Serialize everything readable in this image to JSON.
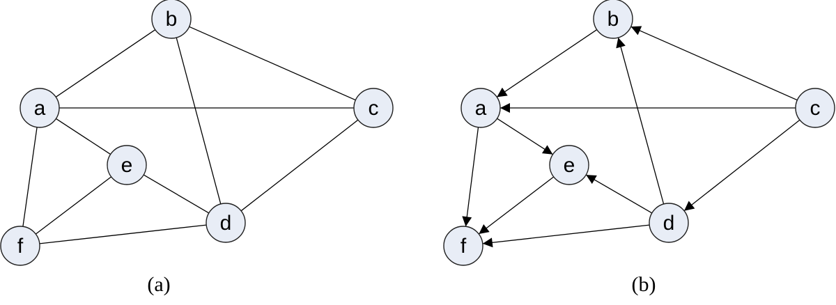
{
  "colors": {
    "node_fill": "#e8edf6",
    "node_stroke": "#1f1f1f",
    "edge": "#000000",
    "background": "#ffffff"
  },
  "graph_a": {
    "caption": "(a)",
    "nodes": [
      {
        "id": "a",
        "label": "a"
      },
      {
        "id": "b",
        "label": "b"
      },
      {
        "id": "c",
        "label": "c"
      },
      {
        "id": "d",
        "label": "d"
      },
      {
        "id": "e",
        "label": "e"
      },
      {
        "id": "f",
        "label": "f"
      }
    ],
    "edges": [
      {
        "from": "a",
        "to": "b"
      },
      {
        "from": "b",
        "to": "c"
      },
      {
        "from": "a",
        "to": "c"
      },
      {
        "from": "b",
        "to": "d"
      },
      {
        "from": "a",
        "to": "e"
      },
      {
        "from": "a",
        "to": "f"
      },
      {
        "from": "e",
        "to": "f"
      },
      {
        "from": "e",
        "to": "d"
      },
      {
        "from": "c",
        "to": "d"
      },
      {
        "from": "f",
        "to": "d"
      }
    ]
  },
  "graph_b": {
    "caption": "(b)",
    "nodes": [
      {
        "id": "a",
        "label": "a"
      },
      {
        "id": "b",
        "label": "b"
      },
      {
        "id": "c",
        "label": "c"
      },
      {
        "id": "d",
        "label": "d"
      },
      {
        "id": "e",
        "label": "e"
      },
      {
        "id": "f",
        "label": "f"
      }
    ],
    "edges": [
      {
        "from": "b",
        "to": "a"
      },
      {
        "from": "c",
        "to": "b"
      },
      {
        "from": "c",
        "to": "a"
      },
      {
        "from": "d",
        "to": "b"
      },
      {
        "from": "a",
        "to": "e"
      },
      {
        "from": "a",
        "to": "f"
      },
      {
        "from": "e",
        "to": "f"
      },
      {
        "from": "d",
        "to": "e"
      },
      {
        "from": "c",
        "to": "d"
      },
      {
        "from": "d",
        "to": "f"
      }
    ]
  }
}
